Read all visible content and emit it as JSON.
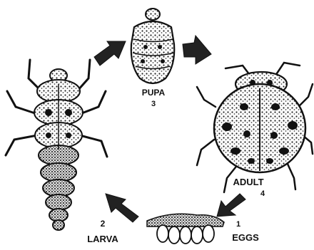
{
  "stages": {
    "pupa": {
      "label": "PUPA",
      "number": "3"
    },
    "adult": {
      "label": "ADULT",
      "number": "4"
    },
    "eggs": {
      "label": "EGGS",
      "number": "1"
    },
    "larva": {
      "label": "LARVA",
      "number": "2"
    }
  },
  "colors": {
    "ink": "#111111",
    "background": "#ffffff",
    "arrow": "#222222"
  },
  "icons": [
    "larva-illustration",
    "pupa-illustration",
    "adult-ladybug-illustration",
    "eggs-illustration",
    "cycle-arrow"
  ]
}
